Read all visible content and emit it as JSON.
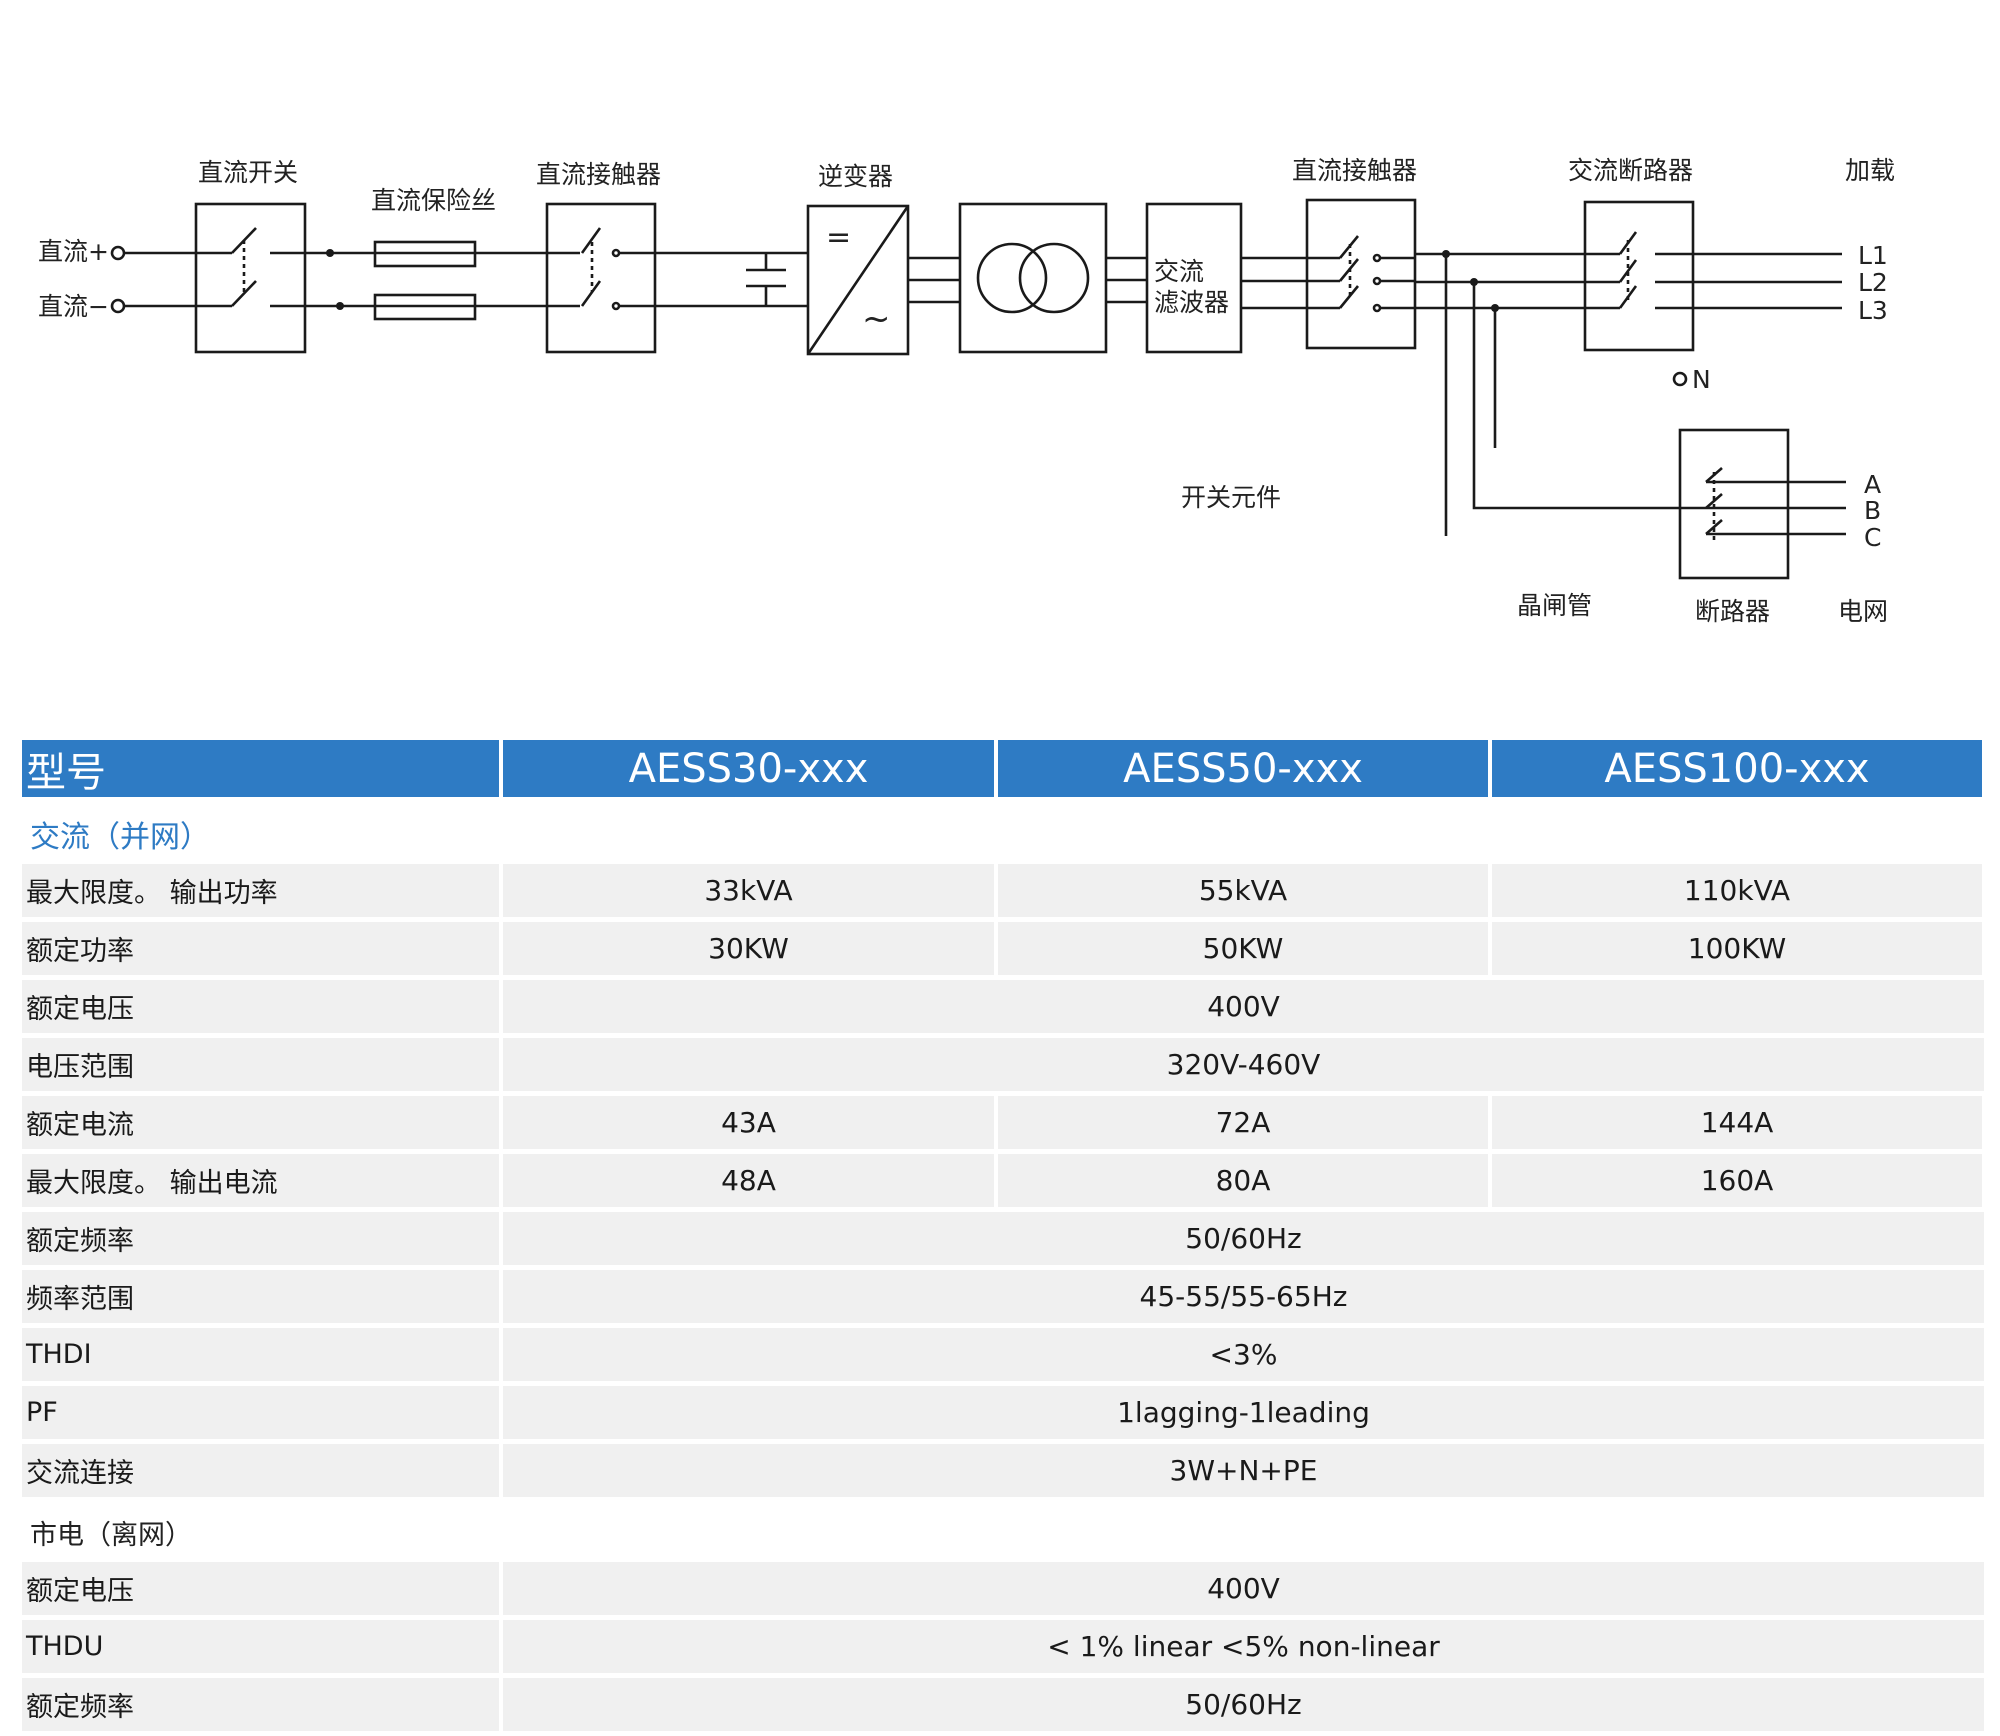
{
  "diagram": {
    "labels": {
      "dc_switch": "直流开关",
      "dc_fuse": "直流保险丝",
      "dc_contactor_1": "直流接触器",
      "inverter": "逆变器",
      "dc_contactor_2": "直流接触器",
      "ac_breaker": "交流断路器",
      "load": "加载",
      "dc_plus": "直流+",
      "dc_minus": "直流−",
      "ac_filter_line1": "交流",
      "ac_filter_line2": "滤波器",
      "inv_eq": "=",
      "inv_ac": "~",
      "l1": "L1",
      "l2": "L2",
      "l3": "L3",
      "n": "N",
      "switch_element": "开关元件",
      "thyristor": "晶闸管",
      "breaker": "断路器",
      "grid": "电网",
      "a": "A",
      "b": "B",
      "c": "C"
    }
  },
  "table": {
    "header": {
      "label": "型号",
      "models": [
        "AESS30-xxx",
        "AESS50-xxx",
        "AESS100-xxx"
      ]
    },
    "section_ac": "交流（并网）",
    "ac_rows": [
      {
        "label": "最大限度。 输出功率",
        "values": [
          "33kVA",
          "55kVA",
          "110kVA"
        ]
      },
      {
        "label": "额定功率",
        "values": [
          "30KW",
          "50KW",
          "100KW"
        ]
      },
      {
        "label": "额定电压",
        "value": "400V"
      },
      {
        "label": " 电压范围",
        "value": "320V-460V"
      },
      {
        "label": "额定电流",
        "values": [
          "43A",
          "72A",
          "144A"
        ]
      },
      {
        "label": "最大限度。 输出电流",
        "values": [
          "48A",
          "80A",
          "160A"
        ]
      },
      {
        "label": "额定频率",
        "value": "50/60Hz"
      },
      {
        "label": " 频率范围",
        "value": "45-55/55-65Hz"
      },
      {
        "label": "THDI",
        "value": "<3%"
      },
      {
        "label": "PF",
        "value": "1lagging-1leading"
      },
      {
        "label": "交流连接",
        "value": "3W+N+PE"
      }
    ],
    "section_offgrid": "市电（离网）",
    "offgrid_rows": [
      {
        "label": "额定电压",
        "value": "400V"
      },
      {
        "label": "THDU",
        "value": "< 1% linear <5% non-linear"
      },
      {
        "label": "额定频率",
        "value": "50/60Hz"
      }
    ]
  }
}
